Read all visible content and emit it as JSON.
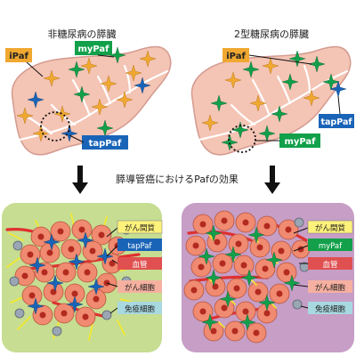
{
  "top_left": {
    "title": "非糖尿病の膵臓",
    "labels": {
      "iPaf": "iPaf",
      "myPaf": "myPaf",
      "tapPaf": "tapPaf"
    }
  },
  "top_right": {
    "title": "2型糖尿病の膵臓",
    "labels": {
      "iPaf": "iPaf",
      "myPaf": "myPaf",
      "tapPaf": "tapPaf"
    }
  },
  "middle_caption": "膵導管癌におけるPafの効果",
  "bottom_left": {
    "legend": {
      "stroma": "がん間質",
      "paf": "tapPaf",
      "vessel": "血管",
      "cancer": "がん細胞",
      "immune": "免疫細胞"
    }
  },
  "bottom_right": {
    "legend": {
      "stroma": "がん間質",
      "paf": "myPaf",
      "vessel": "血管",
      "cancer": "がん細胞",
      "immune": "免疫細胞"
    }
  },
  "colors": {
    "pancreas": "#f4c4b4",
    "pancreas_edge": "#d49a90",
    "iPaf": "#f0a830",
    "myPaf": "#12a04a",
    "tapPaf": "#1a64b8",
    "left_bg": "#c6dd92",
    "right_bg": "#c69ec6",
    "cancer_cell": "#f08a70",
    "nucleus": "#b22a20",
    "vessel": "#e03030",
    "stroma": "#f4e830",
    "immune": "#9aa6b4",
    "legend_stroma": "#fff27a",
    "legend_vessel": "#e05050",
    "legend_cancer": "#f6b0a0",
    "legend_immune": "#a8d8e0"
  }
}
